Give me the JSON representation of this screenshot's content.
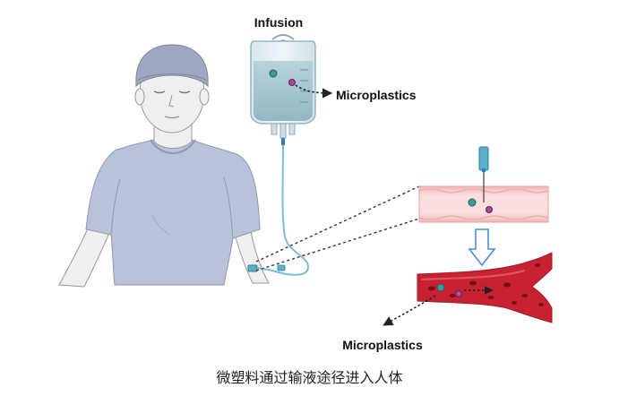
{
  "labels": {
    "infusion": "Infusion",
    "microplastics_bag": "Microplastics",
    "microplastics_vessel": "Microplastics"
  },
  "caption": "微塑料通过输液途径进入人体",
  "colors": {
    "shirt": "#b9c2d8",
    "skin": "#efefef",
    "skin_stroke": "#9a9a9a",
    "beanie": "#9ea8bf",
    "bag_fluid": "#a9c8d3",
    "tube": "#7fbcd0",
    "vessel_pink": "#f7c9c9",
    "vessel_red": "#c82230",
    "particle_teal": "#3a9b9b",
    "particle_purple": "#a64a98",
    "arrow_outline": "#4a8fd6"
  }
}
